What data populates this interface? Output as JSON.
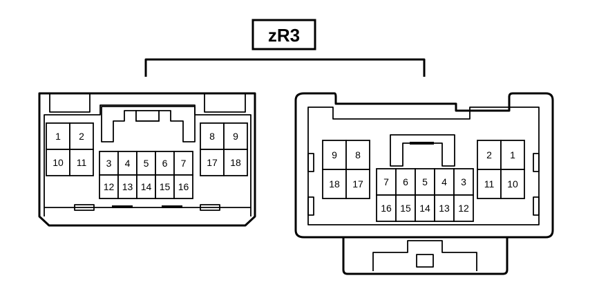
{
  "connector_label": "zR3",
  "left_connector": {
    "top_left_pins": [
      "1",
      "2",
      "10",
      "11"
    ],
    "center_pins": [
      "3",
      "4",
      "5",
      "6",
      "7",
      "12",
      "13",
      "14",
      "15",
      "16"
    ],
    "top_right_pins": [
      "8",
      "9",
      "17",
      "18"
    ]
  },
  "right_connector": {
    "top_left_pins": [
      "9",
      "8",
      "18",
      "17"
    ],
    "center_pins": [
      "7",
      "6",
      "5",
      "4",
      "3",
      "16",
      "15",
      "14",
      "13",
      "12"
    ],
    "top_right_pins": [
      "2",
      "1",
      "11",
      "10"
    ]
  },
  "colors": {
    "line": "#000000",
    "background": "#ffffff"
  }
}
